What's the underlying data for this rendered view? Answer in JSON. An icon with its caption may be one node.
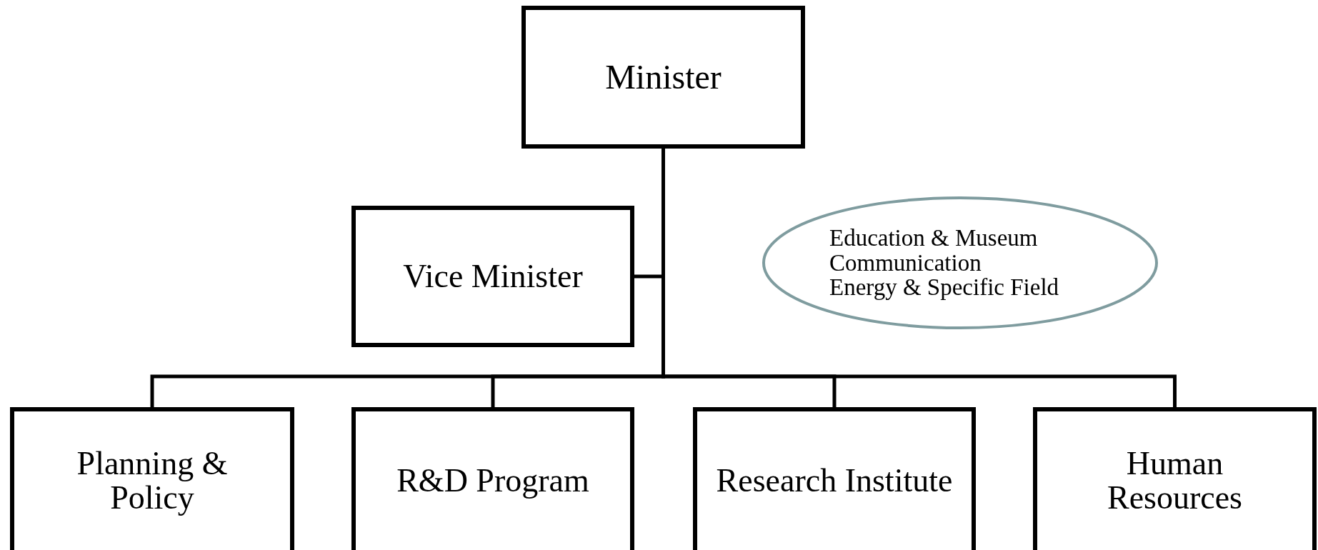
{
  "diagram": {
    "nodes": [
      {
        "text": [
          "Minister"
        ]
      },
      {
        "text": [
          "Vice Minister"
        ]
      },
      {
        "text": [
          "Education & Museum",
          "Communication",
          "Energy & Specific Field"
        ]
      },
      {
        "text": [
          "Planning & Policy"
        ]
      },
      {
        "text": [
          "R&D Program"
        ]
      },
      {
        "text": [
          "Research Institute"
        ]
      },
      {
        "text": [
          "Human Resources"
        ]
      }
    ],
    "edges": [
      {
        "from": 0,
        "to": 1,
        "arrow": "none"
      },
      {
        "from": 0,
        "to": 3,
        "arrow": "none"
      },
      {
        "from": 0,
        "to": 4,
        "arrow": "none"
      },
      {
        "from": 0,
        "to": 5,
        "arrow": "none"
      },
      {
        "from": 0,
        "to": 6,
        "arrow": "none"
      }
    ]
  }
}
